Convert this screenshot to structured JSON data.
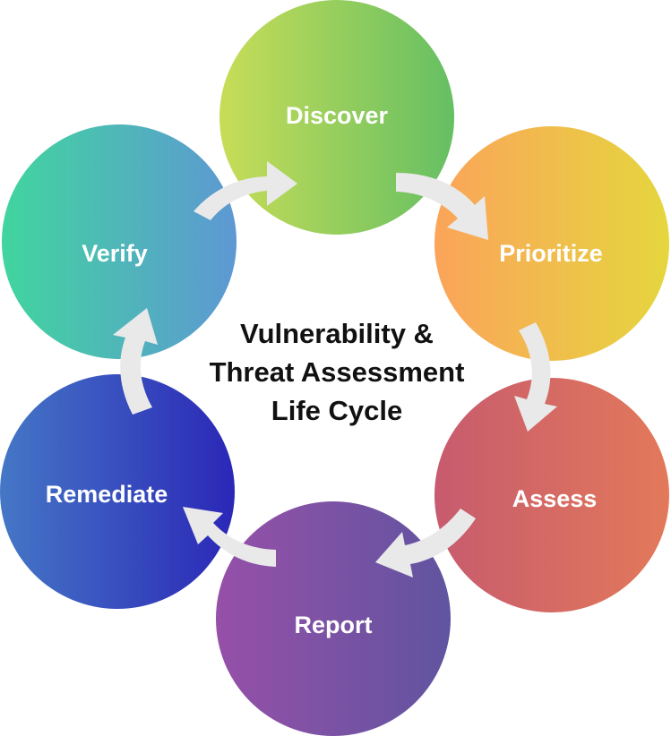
{
  "title": {
    "lines": [
      "Vulnerability &",
      "Threat Assessment",
      "Life Cycle"
    ]
  },
  "stages": [
    {
      "label": "Discover",
      "color_start": "#c8dd58",
      "color_end": "#65bf63"
    },
    {
      "label": "Prioritize",
      "color_start": "#fba45a",
      "color_end": "#e5d63e"
    },
    {
      "label": "Assess",
      "color_start": "#c75b6e",
      "color_end": "#e3795a"
    },
    {
      "label": "Report",
      "color_start": "#9650a8",
      "color_end": "#6054a0"
    },
    {
      "label": "Remediate",
      "color_start": "#4577c6",
      "color_end": "#2b27b7"
    },
    {
      "label": "Verify",
      "color_start": "#41d59e",
      "color_end": "#5d98d3"
    }
  ],
  "arrow_color": "#e9e9e9"
}
